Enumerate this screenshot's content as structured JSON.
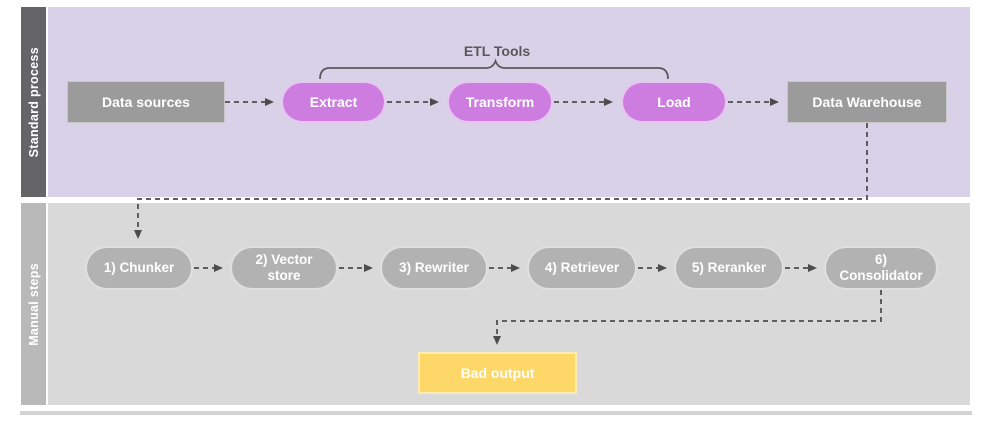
{
  "diagram": {
    "lanes": [
      {
        "label": "Standard process"
      },
      {
        "label": "Manual steps"
      }
    ],
    "top_flow": {
      "bracket_label": "ETL Tools",
      "nodes": [
        {
          "label": "Data sources"
        },
        {
          "label": "Extract"
        },
        {
          "label": "Transform"
        },
        {
          "label": "Load"
        },
        {
          "label": "Data Warehouse"
        }
      ]
    },
    "bottom_flow": {
      "steps": [
        {
          "label": "1) Chunker"
        },
        {
          "label": "2) Vector store"
        },
        {
          "label": "3) Rewriter"
        },
        {
          "label": "4) Retriever"
        },
        {
          "label": "5) Reranker"
        },
        {
          "label": "6) Consolidator"
        }
      ],
      "result": {
        "label": "Bad output"
      }
    },
    "colors": {
      "lane1_bg": "#d8d1e8",
      "lane1_label_bg": "#656567",
      "lane2_bg": "#d9d9d9",
      "lane2_label_bg": "#b9b9b9",
      "etl_pill": "#cd7de0",
      "gray_node": "#9b9b9b",
      "gray_pill": "#b2b2b2",
      "bad_output_fill": "#fdd767",
      "connector": "#5e5e5e"
    }
  }
}
